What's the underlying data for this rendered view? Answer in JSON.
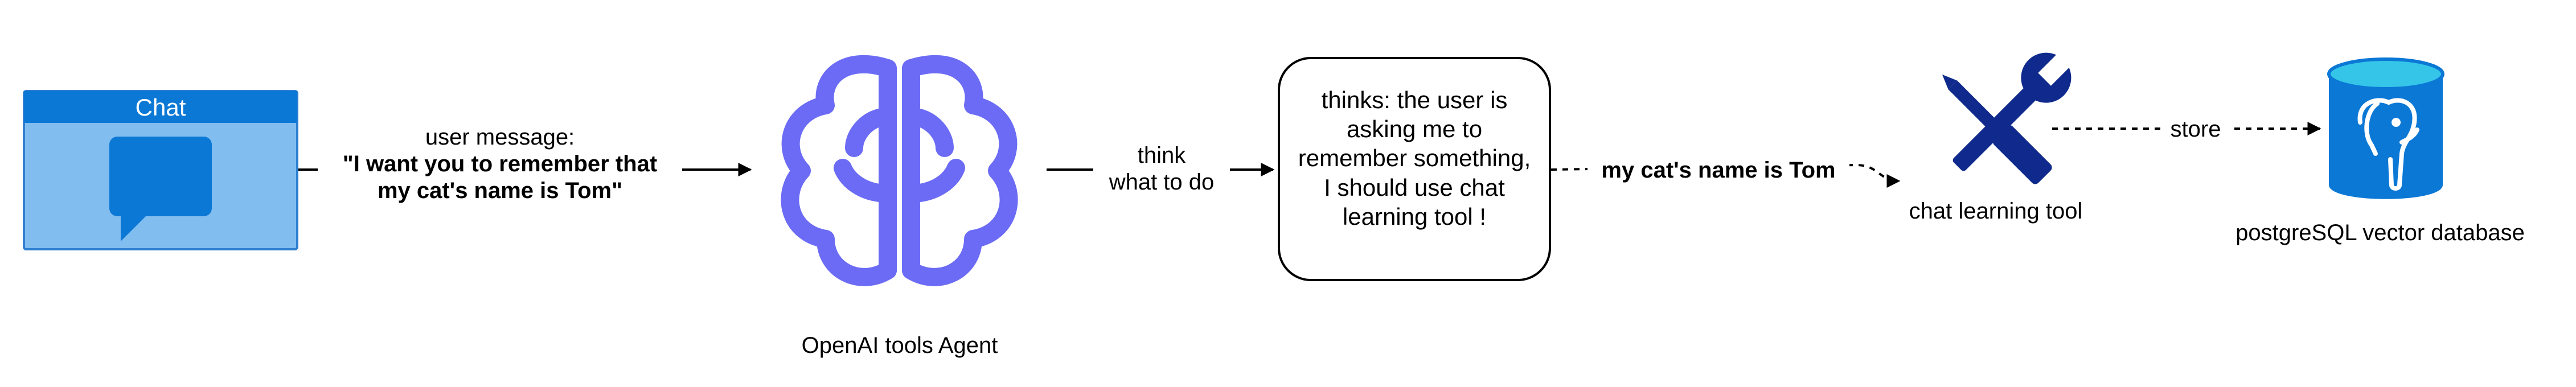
{
  "chat": {
    "title": "Chat",
    "colors": {
      "header": "#0b78d6",
      "body": "#82bdf0",
      "border": "#2f7fd0",
      "bubble": "#0b78d6"
    },
    "icon": "speech-bubble-icon"
  },
  "edge_user_message": {
    "line1": "user message:",
    "line2": "\"I want you to remember that",
    "line3": "my cat's name is Tom\""
  },
  "agent": {
    "label": "OpenAI tools Agent",
    "icon": "brain-icon",
    "color": "#6b6bf5"
  },
  "edge_think": {
    "line1": "think",
    "line2": "what to do"
  },
  "thought": {
    "lines": [
      "thinks: the user is",
      "asking me to",
      "remember something,",
      "I should use chat",
      "learning tool !"
    ]
  },
  "edge_tool_call": {
    "label": "my cat's name is Tom"
  },
  "tool": {
    "label": "chat learning tool",
    "icon": "wrench-screwdriver-icon",
    "color": "#0f2a8c"
  },
  "edge_store": {
    "label": "store"
  },
  "database": {
    "label": "postgreSQL vector database",
    "icon": "postgresql-database-icon",
    "colors": {
      "body": "#0b78d6",
      "top": "#35c5e8",
      "elephant": "#ffffff"
    }
  }
}
